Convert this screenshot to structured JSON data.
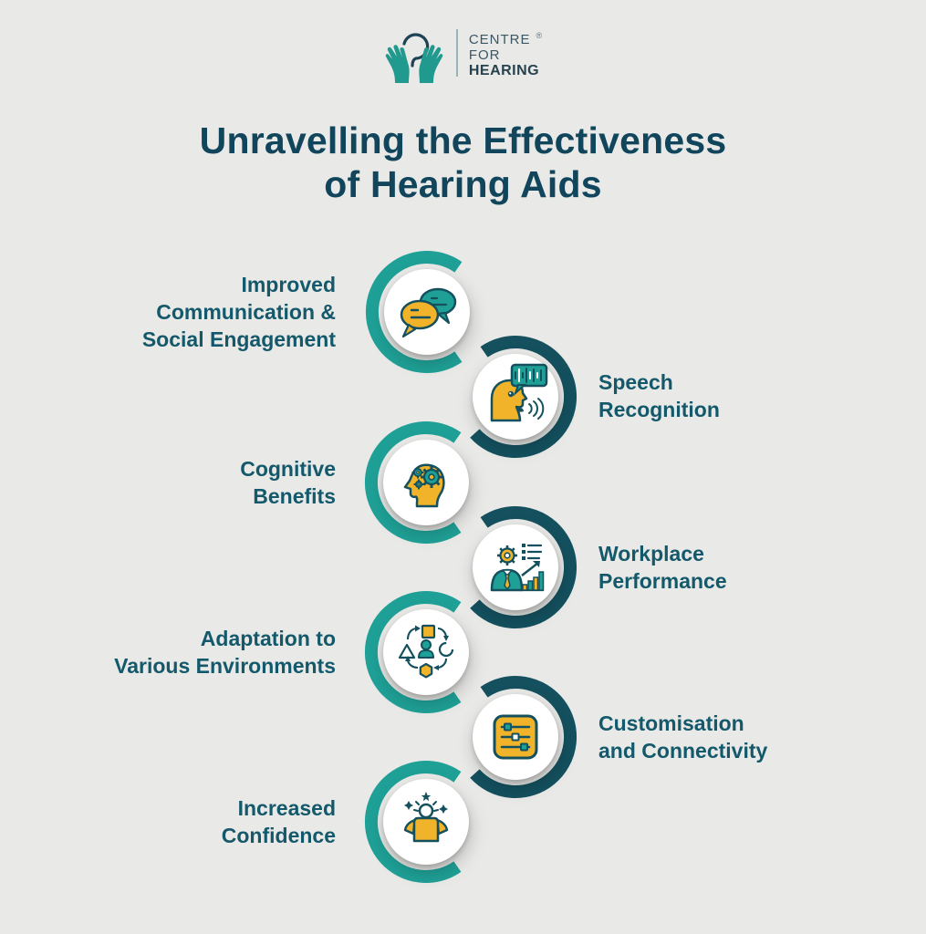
{
  "colors": {
    "bg": "#E9E9E7",
    "teal": "#1FA096",
    "dark": "#14505E",
    "yellow": "#F0B32A",
    "title-color": "#10455C",
    "label-color": "#14596B",
    "logo-text": "#3A5763",
    "logo-bold": "#27424F",
    "logo-hands": "#20998E",
    "logo-ear": "#1D4356"
  },
  "logo": {
    "word1": "CENTRE",
    "registered": "®",
    "word2": "FOR",
    "word3": "HEARING",
    "icon": "hands-cupping-ear-icon"
  },
  "title": {
    "line1": "Unravelling the Effectiveness",
    "line2": "of Hearing Aids"
  },
  "items": [
    {
      "id": "improved-communication",
      "side": "left",
      "icon": "chat-bubbles-icon",
      "ring": "teal",
      "lines": [
        "Improved",
        "Communication &",
        "Social Engagement"
      ]
    },
    {
      "id": "speech-recognition",
      "side": "right",
      "icon": "speech-recognition-icon",
      "ring": "dark",
      "lines": [
        "Speech",
        "Recognition"
      ]
    },
    {
      "id": "cognitive-benefits",
      "side": "left",
      "icon": "brain-gears-icon",
      "ring": "teal",
      "lines": [
        "Cognitive",
        "Benefits"
      ]
    },
    {
      "id": "workplace-performance",
      "side": "right",
      "icon": "workplace-performance-icon",
      "ring": "dark",
      "lines": [
        "Workplace",
        "Performance"
      ]
    },
    {
      "id": "adaptation-environments",
      "side": "left",
      "icon": "adaptation-cycle-icon",
      "ring": "teal",
      "lines": [
        "Adaptation to",
        "Various Environments"
      ]
    },
    {
      "id": "customisation-connectivity",
      "side": "right",
      "icon": "audio-sliders-icon",
      "ring": "dark",
      "lines": [
        "Customisation",
        "and Connectivity"
      ]
    },
    {
      "id": "increased-confidence",
      "side": "left",
      "icon": "confident-person-icon",
      "ring": "teal",
      "lines": [
        "Increased",
        "Confidence"
      ]
    }
  ]
}
